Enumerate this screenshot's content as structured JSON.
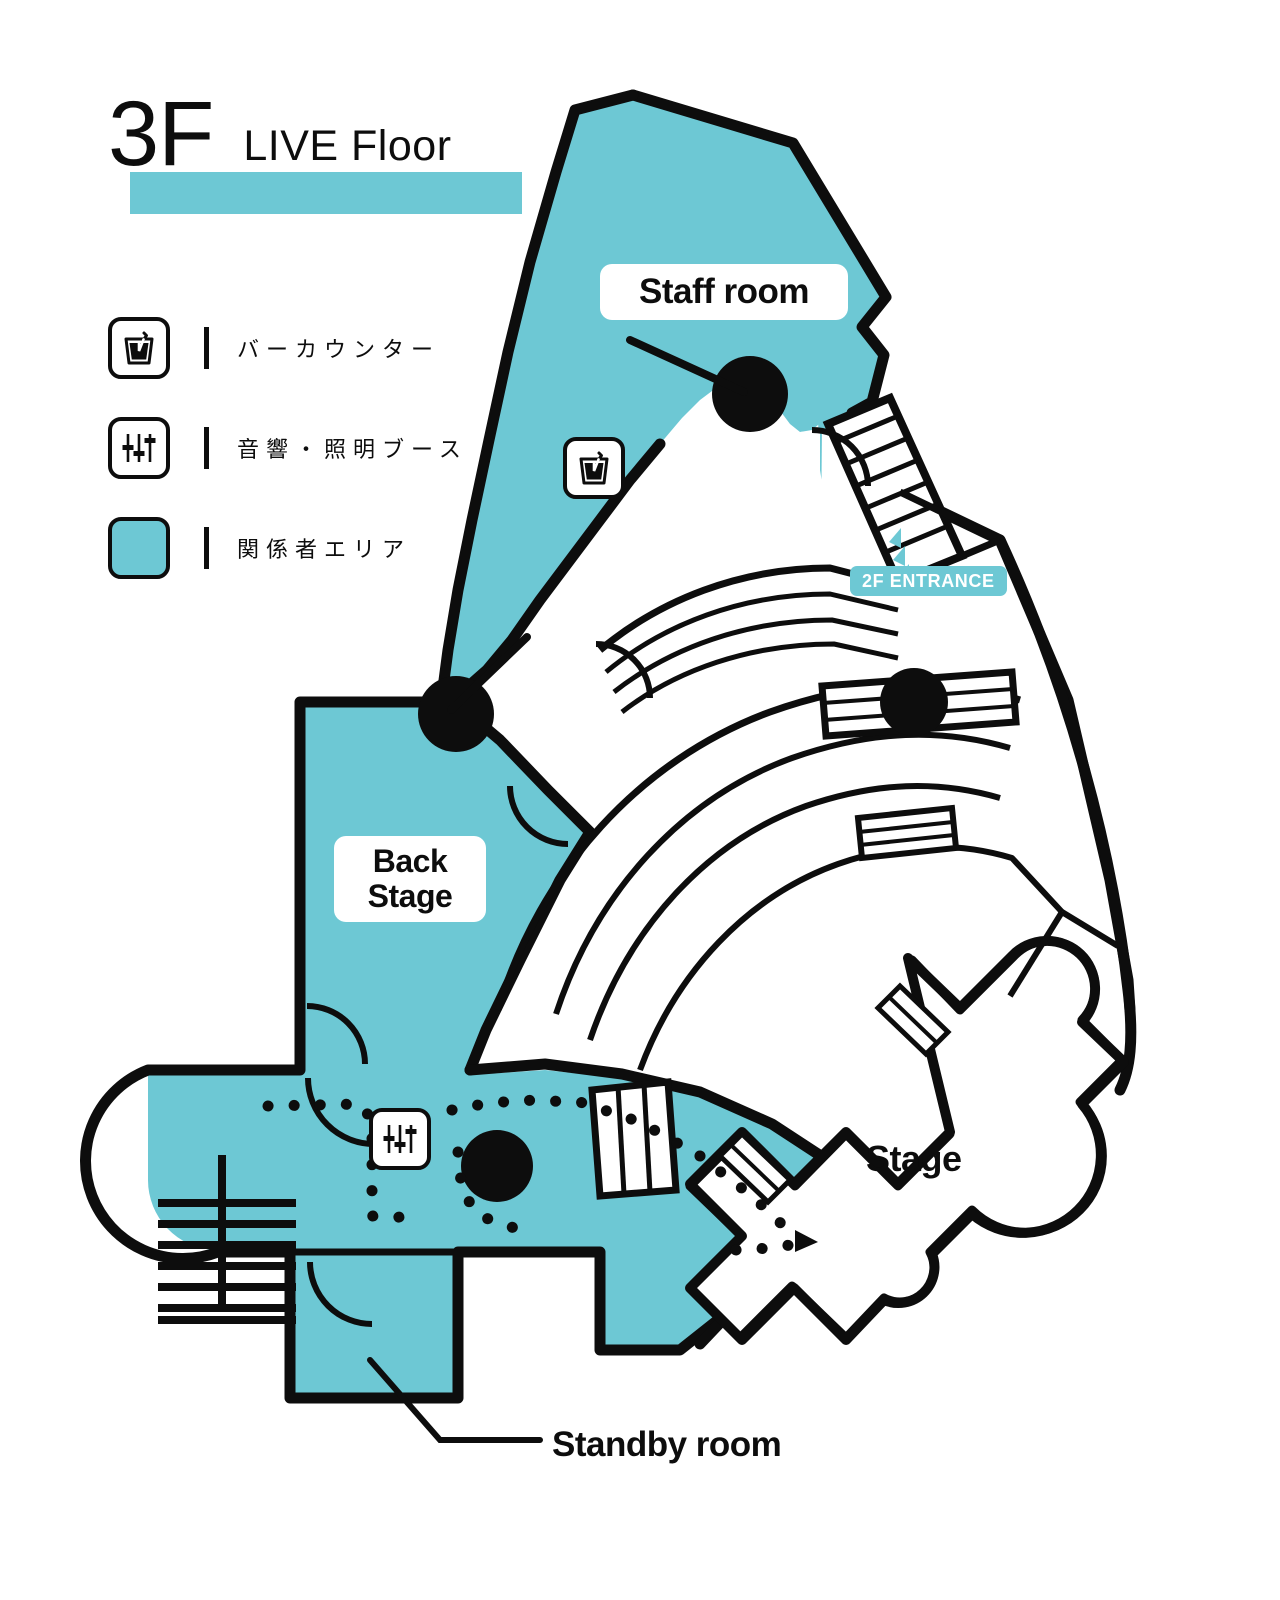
{
  "title": {
    "floor": "3F",
    "floor_name": "LIVE Floor",
    "highlight_color": "#6dc8d4"
  },
  "legend": {
    "items": [
      {
        "icon": "drink-cup-icon",
        "label": "バーカウンター",
        "swatch": "icon"
      },
      {
        "icon": "mixer-faders-icon",
        "label": "音響・照明ブース",
        "swatch": "icon"
      },
      {
        "icon": "teal-area-swatch",
        "label": "関係者エリア",
        "swatch": "color",
        "color": "#6dc8d4"
      }
    ]
  },
  "map": {
    "labels": {
      "staff_room": "Staff room",
      "back_stage_line1": "Back",
      "back_stage_line2": "Stage",
      "stage": "Stage",
      "standby_room": "Standby room",
      "entrance_badge": "2F ENTRANCE"
    },
    "icons": {
      "bar_counter": "drink-cup-icon",
      "sound_lighting_booth": "mixer-faders-icon"
    },
    "colors": {
      "staff_area": "#6dc8d4",
      "outline": "#0d0d0d",
      "floor": "#ffffff",
      "accent": "#6dc8d4"
    }
  }
}
